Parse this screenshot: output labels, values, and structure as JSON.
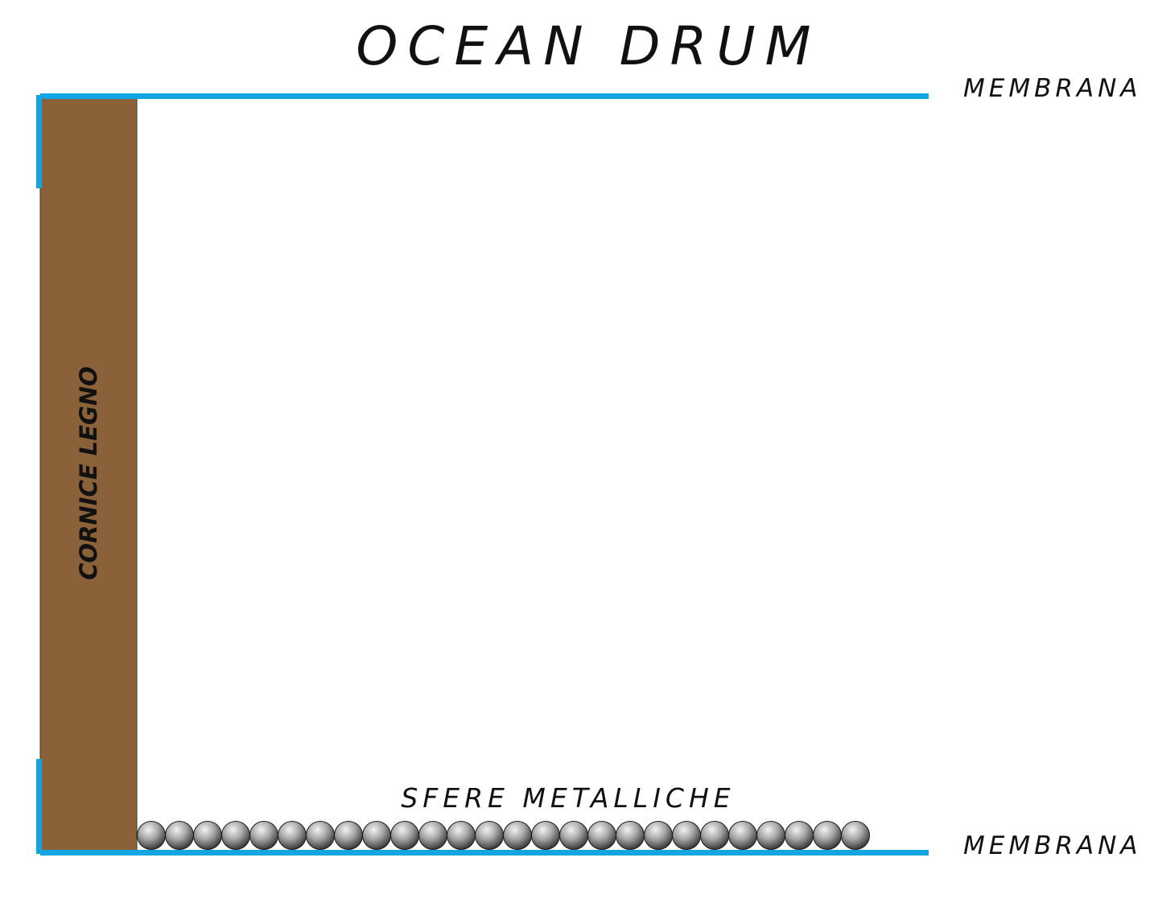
{
  "diagram": {
    "title": "OCEAN DRUM",
    "membrane_top_label": "MEMBRANA",
    "membrane_bottom_label": "MEMBRANA",
    "frame_label": "CORNICE LEGNO",
    "spheres_label": "SFERE METALLICHE",
    "sphere_count": 26,
    "colors": {
      "membrane": "#12a5e3",
      "wood_frame": "#8b613a",
      "sphere_dark": "#2a2a2a",
      "sphere_light": "#f2f2f2",
      "text": "#111111"
    }
  }
}
